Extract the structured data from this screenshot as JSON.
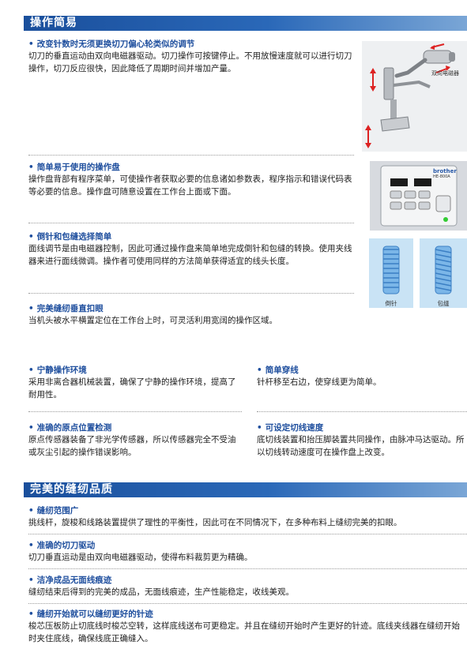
{
  "sections": [
    {
      "title": "操作简易"
    },
    {
      "title": "完美的缝纫品质"
    }
  ],
  "features": [
    {
      "title": "改变针数时无须更换切刀偏心轮类似的调节",
      "desc": "切刀的垂直运动由双向电磁器驱动。切刀操作可按键停止。不用放慢速度就可以进行切刀操作，切刀反应很快，因此降低了周期时间并增加产量。"
    },
    {
      "title": "简单易于使用的操作盘",
      "desc": "操作盘背部有程序菜单，可使操作者获取必要的信息诸如参数表，程序指示和错误代码表等必要的信息。操作盘可随意设置在工作台上面或下面。"
    },
    {
      "title": "倒针和包缝选择简单",
      "desc": "面线调节是由电磁器控制，因此可通过操作盘来简单地完成倒针和包缝的转换。使用夹线器来进行面线微调。操作者可使用同样的方法简单获得适宜的线头长度。"
    },
    {
      "title": "完美缝纫垂直扣眼",
      "desc": "当机头被水平横置定位在工作台上时，可灵活利用宽阔的操作区域。"
    },
    {
      "title": "宁静操作环境",
      "desc": "采用非离合器机械装置，确保了宁静的操作环境，提高了耐用性。"
    },
    {
      "title": "简单穿线",
      "desc": "针杆移至右边，使穿线更为简单。"
    },
    {
      "title": "准确的原点位置检测",
      "desc": "原点传感器装备了非光学传感器，所以传感器完全不受油或灰尘引起的操作错误影响。"
    },
    {
      "title": "可设定切线速度",
      "desc": "底切线装置和抬压脚装置共同操作，由脉冲马达驱动。所以切线转动速度可在操作盘上改变。"
    },
    {
      "title": "缝纫范围广",
      "desc": "挑线杆，旋梭和线路装置提供了理性的平衡性，因此可在不同情况下，在多种布料上缝纫完美的扣眼。"
    },
    {
      "title": "准确的切刀驱动",
      "desc": "切刀垂直运动是由双向电磁器驱动，使得布料裁剪更为精确。"
    },
    {
      "title": "洁净成品无面线痕迹",
      "desc": "缝纫结束后得到的完美的成品，无面线痕迹，生产性能稳定，收线美观。"
    },
    {
      "title": "缝纫开始就可以缝纫更好的针迹",
      "desc": "梭芯压板防止切底线时梭芯空转，这样底线送布可更稳定。并且在缝纫开始时产生更好的针迹。底线夹线器在缝纫开始时夹住底线，确保线底正确缝入。"
    }
  ],
  "images": {
    "mechanism_label": "双向电磁器",
    "panel_brand": "brother",
    "panel_model": "HE-800A",
    "swatch_captions": [
      "倒针",
      "包缝"
    ]
  },
  "bullet": "•"
}
